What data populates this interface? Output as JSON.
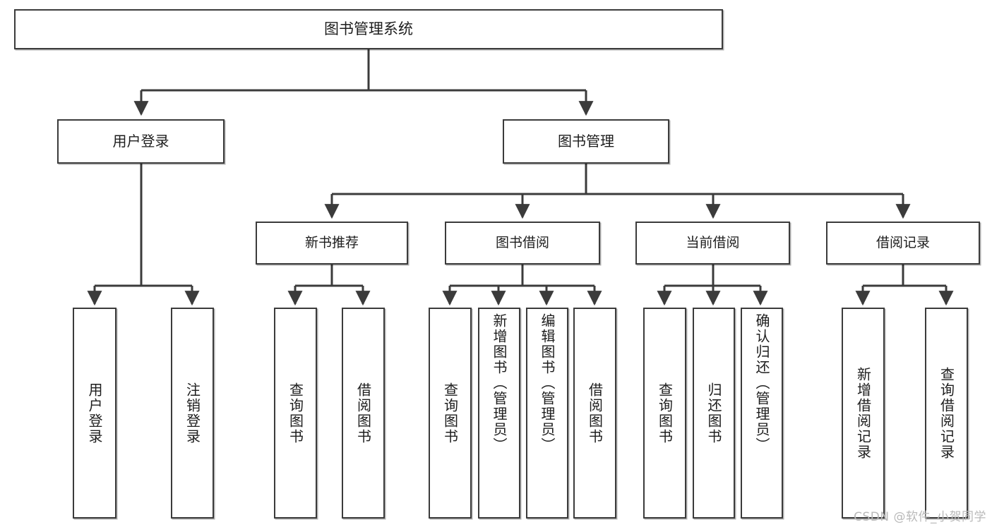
{
  "diagram": {
    "title": "图书管理系统",
    "type": "tree",
    "root": {
      "label": "图书管理系统"
    },
    "level2": [
      {
        "label": "用户登录"
      },
      {
        "label": "图书管理"
      }
    ],
    "level3": [
      {
        "label": "新书推荐"
      },
      {
        "label": "图书借阅"
      },
      {
        "label": "当前借阅"
      },
      {
        "label": "借阅记录"
      }
    ],
    "leaves": {
      "user_login": [
        {
          "label": "用户登录"
        },
        {
          "label": "注销登录"
        }
      ],
      "new_book_recommend": [
        {
          "label": "查询图书"
        },
        {
          "label": "借阅图书"
        }
      ],
      "book_borrow": [
        {
          "label": "查询图书"
        },
        {
          "label": "新增图书（管理员）"
        },
        {
          "label": "编辑图书（管理员）"
        },
        {
          "label": "借阅图书"
        }
      ],
      "current_borrow": [
        {
          "label": "查询图书"
        },
        {
          "label": "归还图书"
        },
        {
          "label": "确认归还（管理员）"
        }
      ],
      "borrow_record": [
        {
          "label": "新增借阅记录"
        },
        {
          "label": "查询借阅记录"
        }
      ]
    }
  },
  "watermark": {
    "text": "CSDN @软件_小贺同学"
  },
  "colors": {
    "background": "#ffffff",
    "box_fill": "#ffffff",
    "box_stroke": "#3b3b3b",
    "connector": "#3b3b3b",
    "text": "#1d1d1d",
    "watermark": "#b9b9b9"
  }
}
